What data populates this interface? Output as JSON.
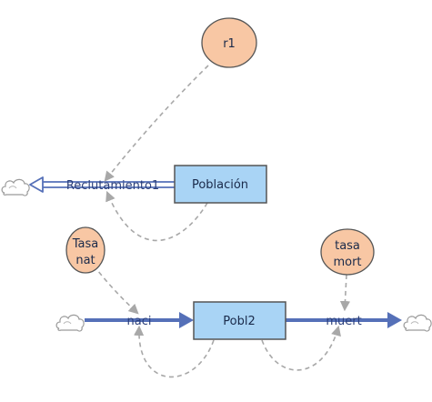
{
  "diagram": {
    "stocks": {
      "poblacion": "Población",
      "pobl2": "Pobl2"
    },
    "flows": {
      "reclutamiento": "Reclutamiento1",
      "naci": "naci",
      "muert": "muert"
    },
    "auxiliaries": {
      "r1": "r1",
      "tasa_nat": [
        "Tasa",
        "nat"
      ],
      "tasa_mort": [
        "tasa",
        "mort"
      ]
    },
    "colors": {
      "stock_fill": "#a9d4f5",
      "stock_stroke": "#555555",
      "aux_fill": "#f8c7a4",
      "aux_stroke": "#555555",
      "flow_pipe": "#5570b8",
      "link": "#a8a8a8"
    },
    "icons": {
      "source_sink": "cloud-icon"
    }
  }
}
